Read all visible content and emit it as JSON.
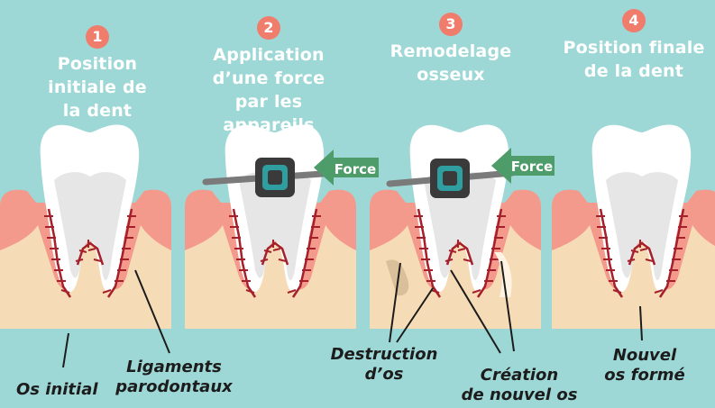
{
  "steps": [
    {
      "number": "1",
      "title_lines": [
        "Position",
        "initiale de",
        "la dent"
      ]
    },
    {
      "number": "2",
      "title_lines": [
        "Application",
        "d’une force",
        "par les appareils"
      ]
    },
    {
      "number": "3",
      "title_lines": [
        "Remodelage",
        "osseux"
      ]
    },
    {
      "number": "4",
      "title_lines": [
        "Position finale",
        "de la dent"
      ]
    }
  ],
  "arrows": {
    "force_label": "Force"
  },
  "labels": {
    "os_initial": "Os initial",
    "ligaments": [
      "Ligaments",
      "parodontaux"
    ],
    "destruction": [
      "Destruction",
      "d’os"
    ],
    "creation": [
      "Création",
      "de nouvel os"
    ],
    "nouvel_os": [
      "Nouvel",
      "os formé"
    ]
  },
  "colors": {
    "background": "#9ed8d6",
    "badge": "#f07c6c",
    "gum": "#f39a8c",
    "bone": "#f6dcb6",
    "tooth": "#ffffff",
    "ligament": "#a5202a",
    "arrow": "#4e9c6a",
    "bracket": "#3a3a3a"
  }
}
